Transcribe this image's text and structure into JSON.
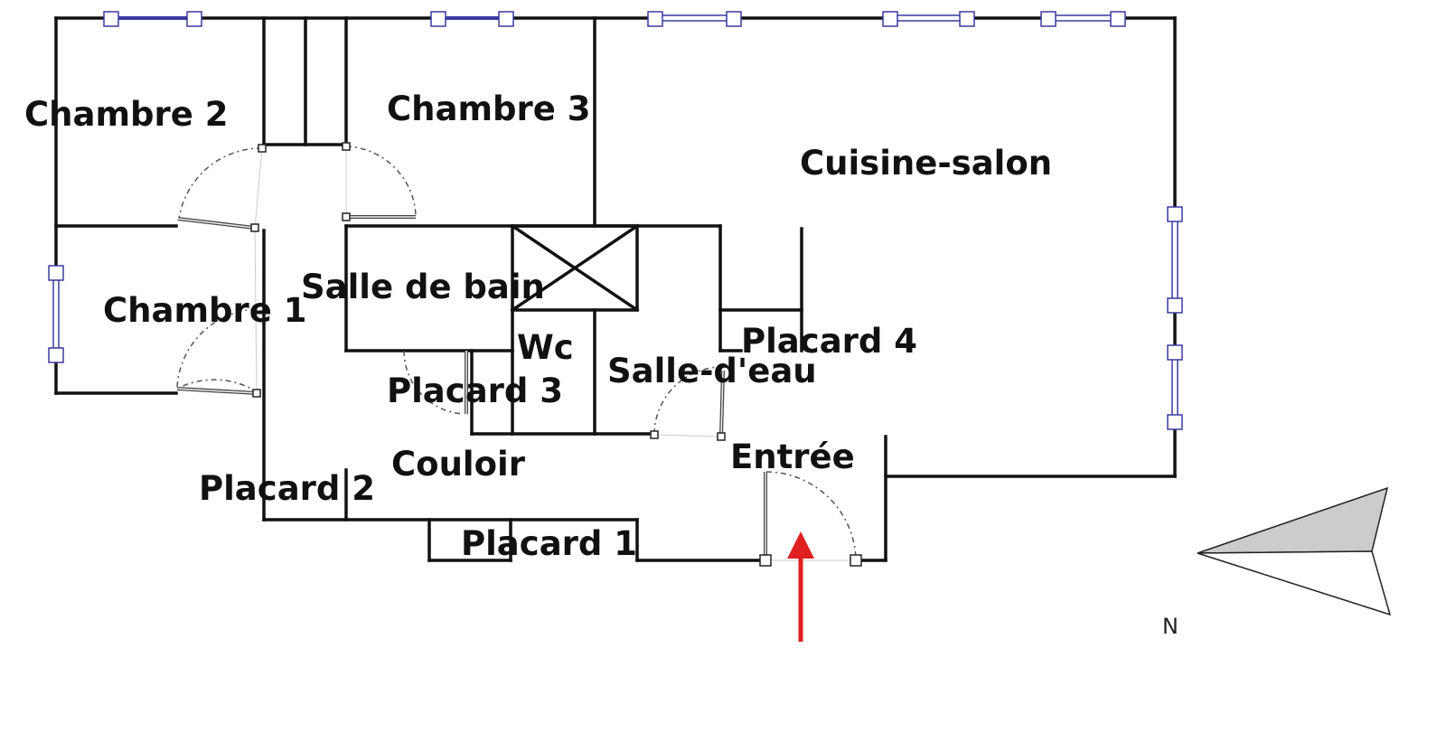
{
  "rooms": {
    "chambre2": "Chambre 2",
    "chambre3": "Chambre 3",
    "cuisine_salon": "Cuisine-salon",
    "chambre1": "Chambre 1",
    "salle_de_bain": "Salle de bain",
    "wc": "Wc",
    "placard4": "Placard 4",
    "salle_eau": "Salle-d'eau",
    "placard3": "Placard 3",
    "couloir": "Couloir",
    "entree": "Entrée",
    "placard2": "Placard 2",
    "placard1": "Placard 1"
  },
  "compass": {
    "label": "N"
  },
  "colors": {
    "wall": "#111111",
    "window": "#3a3aa0",
    "entry_arrow": "#e02020",
    "compass_fill": "#cccccc"
  }
}
